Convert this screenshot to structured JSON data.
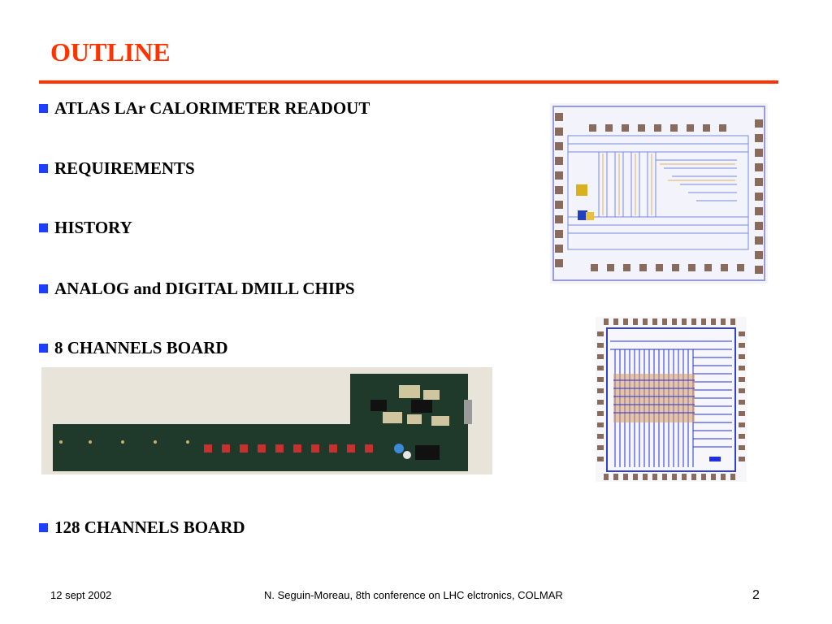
{
  "slide": {
    "title": "OUTLINE",
    "bullets": [
      "ATLAS LAr CALORIMETER READOUT",
      "REQUIREMENTS",
      "HISTORY",
      "ANALOG and DIGITAL DMILL CHIPS",
      "8 CHANNELS BOARD",
      "128 CHANNELS BOARD"
    ]
  },
  "footer": {
    "date": "12  sept 2002",
    "author": "N. Seguin-Moreau, 8th conference on LHC elctronics, COLMAR",
    "page": "2"
  },
  "colors": {
    "title": "#ff3300",
    "bullet_mark": "#1f3fff"
  }
}
